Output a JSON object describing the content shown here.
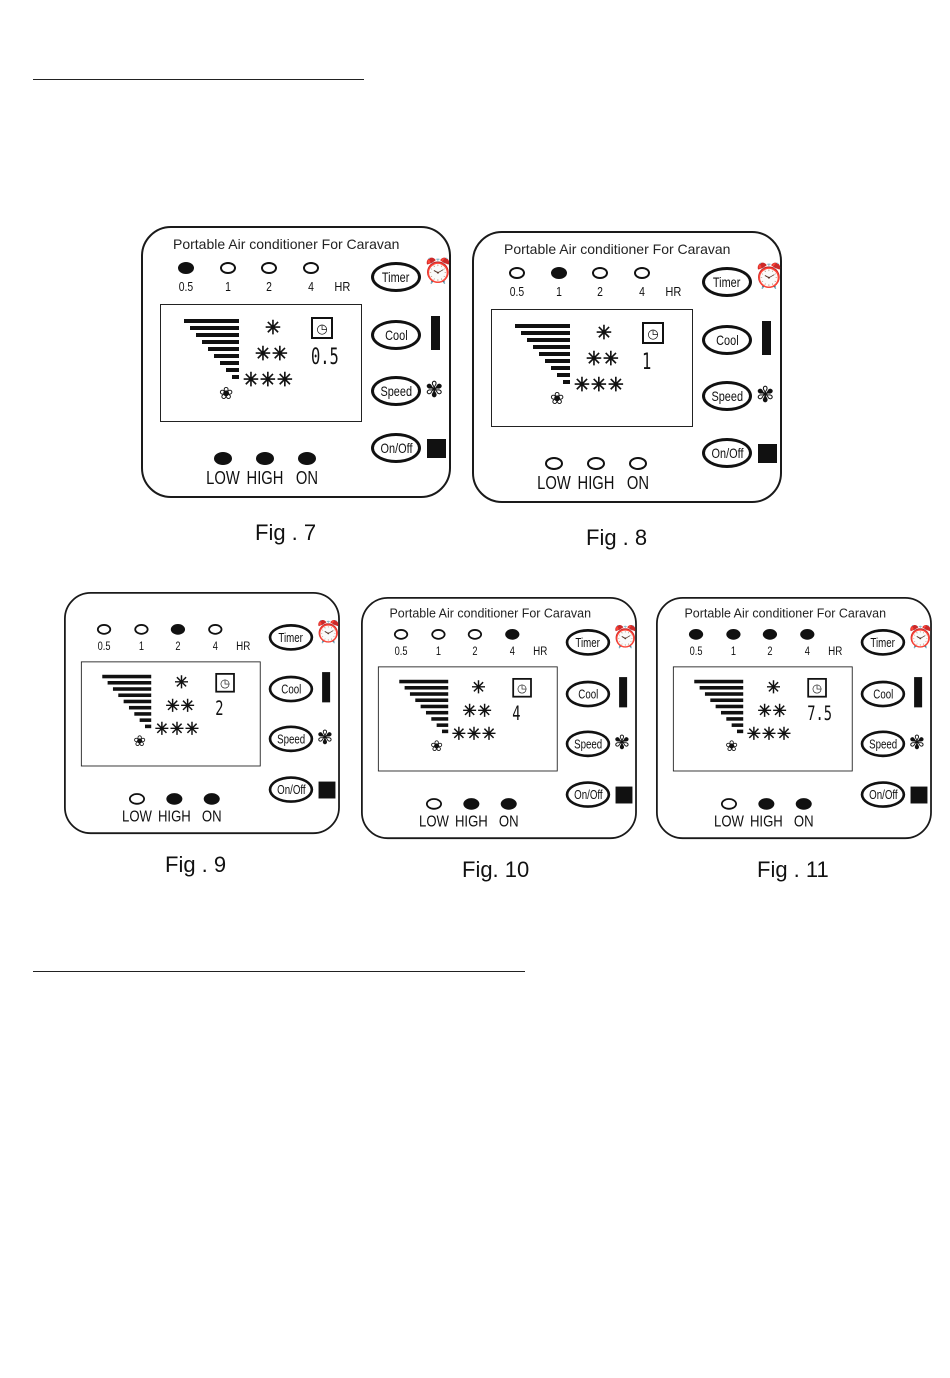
{
  "panel_labels": {
    "title": "Portable Air conditioner For Caravan",
    "hours": [
      "0.5",
      "1",
      "2",
      "4"
    ],
    "hr_unit": "HR",
    "fan": [
      "LOW",
      "HIGH",
      "ON"
    ],
    "buttons": {
      "timer": "Timer",
      "cool": "Cool",
      "speed": "Speed",
      "onoff": "On/Off"
    }
  },
  "icons": {
    "alarm": "alarm-clock-icon",
    "cool": "cool-indicator-bar-icon",
    "speed": "fan-icon",
    "power": "stop-square-icon",
    "lcd_fan": "fan-blade-icon",
    "lcd_clock": "clock-icon",
    "snow": "snowflake-icon"
  },
  "figures": [
    {
      "label": "Fig . 7",
      "title": "Portable Air conditioner For Caravan",
      "timer": "0.5",
      "hours_on": [
        true,
        false,
        false,
        false
      ],
      "fan_on": [
        true,
        true,
        true
      ]
    },
    {
      "label": "Fig . 8",
      "title": "Portable Air conditioner For Caravan",
      "timer": "1",
      "hours_on": [
        false,
        true,
        false,
        false
      ],
      "fan_on": [
        false,
        false,
        false
      ]
    },
    {
      "label": "Fig . 9",
      "title": "",
      "timer": "2",
      "hours_on": [
        false,
        false,
        true,
        false
      ],
      "fan_on": [
        false,
        true,
        true
      ]
    },
    {
      "label": "Fig. 10",
      "title": "Portable Air conditioner For Caravan",
      "timer": "4",
      "hours_on": [
        false,
        false,
        false,
        true
      ],
      "fan_on": [
        false,
        true,
        true
      ]
    },
    {
      "label": "Fig . 11",
      "title": "Portable Air conditioner For Caravan",
      "timer": "7.5",
      "hours_on": [
        true,
        true,
        true,
        true
      ],
      "fan_on": [
        false,
        true,
        true
      ]
    }
  ]
}
